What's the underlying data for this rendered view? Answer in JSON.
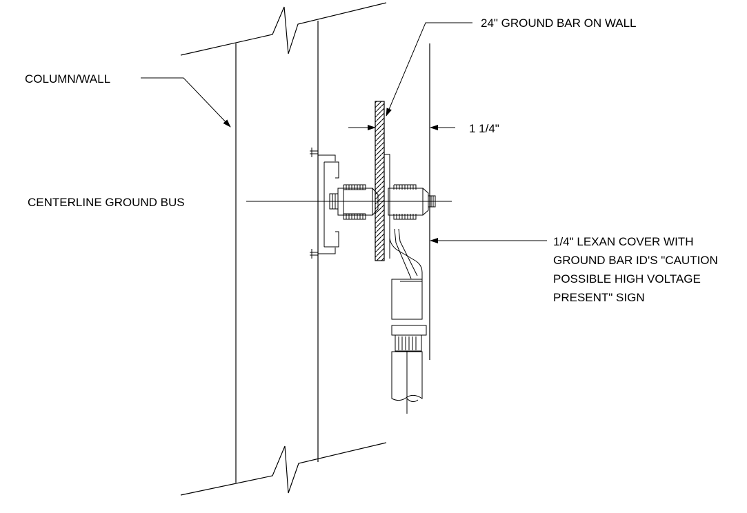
{
  "labels": {
    "ground_bar": "24\" GROUND BAR ON WALL",
    "column_wall": "COLUMN/WALL",
    "dimension": "1 1/4\"",
    "centerline": "CENTERLINE GROUND BUS",
    "cover_line1": "1/4\" LEXAN COVER WITH",
    "cover_line2": "GROUND BAR ID'S \"CAUTION",
    "cover_line3": "POSSIBLE HIGH VOLTAGE",
    "cover_line4": "PRESENT\" SIGN"
  }
}
